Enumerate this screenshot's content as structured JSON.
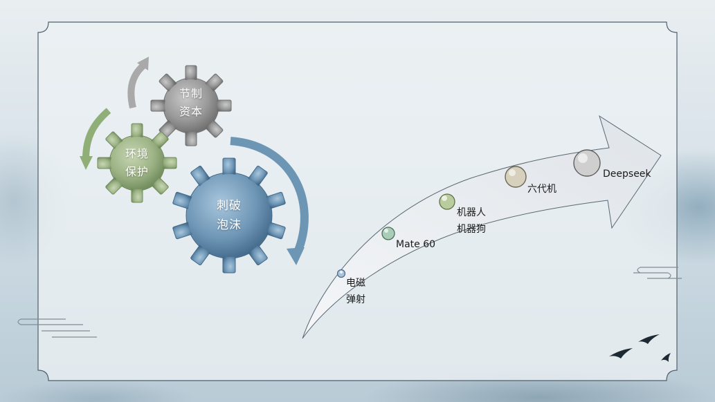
{
  "gears": [
    {
      "id": "control-capital",
      "lines": [
        "节制",
        "资本"
      ],
      "color": "#9c9c9c"
    },
    {
      "id": "environment",
      "lines": [
        "环境",
        "保护"
      ],
      "color": "#9eb48a"
    },
    {
      "id": "bubble",
      "lines": [
        "刺破",
        "泡沫"
      ],
      "color": "#6f97b6"
    }
  ],
  "milestones": [
    {
      "id": "railgun",
      "lines": [
        "电磁",
        "弹射"
      ],
      "color": "#8fb0cf"
    },
    {
      "id": "mate60",
      "lines": [
        "Mate 60"
      ],
      "color": "#94c0a6"
    },
    {
      "id": "robot",
      "lines": [
        "机器人",
        "机器狗"
      ],
      "color": "#a9bf8e"
    },
    {
      "id": "sixth-gen",
      "lines": [
        "六代机"
      ],
      "color": "#c9c3b0"
    },
    {
      "id": "deepseek",
      "lines": [
        "Deepseek"
      ],
      "color": "#bdbdbd"
    }
  ]
}
